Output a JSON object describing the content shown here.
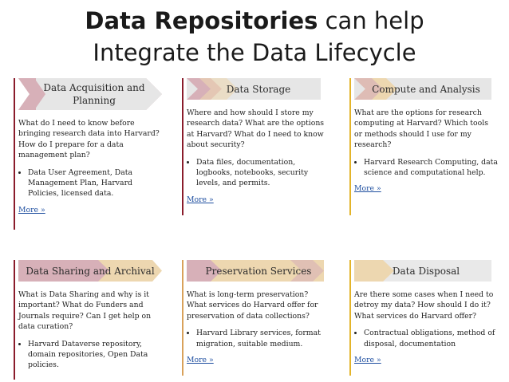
{
  "title": {
    "bold": "Data Repositories",
    "light": " can help",
    "line2": "Integrate the Data Lifecycle"
  },
  "colors": {
    "acquisition": "#8a1c2b",
    "storage": "#8a1c2b",
    "compute": "#e3b42a",
    "sharing": "#8a1c2b",
    "preservation": "#d9a15a",
    "disposal": "#e3b42a",
    "chevron_red": "#d7b0b8",
    "chevron_tan": "#edd7b0",
    "chevron_gray": "#e9e9e9",
    "link": "#1f4fa0"
  },
  "cards": [
    {
      "title": "Data Acquisition and Planning",
      "question": "What do I need to know before bringing research data into Harvard? How do I prepare for a data management plan?",
      "bullet": "Data User Agreement, Data Management Plan, Harvard Policies, licensed data.",
      "more": "More »"
    },
    {
      "title": "Data Storage",
      "question": "Where and how should I store my research data? What are the options at Harvard? What do I need to know about security?",
      "bullet": "Data files, documentation, logbooks, notebooks, security levels, and permits.",
      "more": "More »"
    },
    {
      "title": "Compute and Analysis",
      "question": "What are the options for research computing at Harvard? Which tools or methods should I use for my research?",
      "bullet": "Harvard Research Computing, data science and computational help.",
      "more": "More »"
    },
    {
      "title": "Data Sharing and Archival",
      "question": "What is Data Sharing and why is it important? What do Funders and Journals require? Can I get help on data curation?",
      "bullet": "Harvard Dataverse repository, domain repositories, Open Data policies.",
      "more": "More »"
    },
    {
      "title": "Preservation Services",
      "question": "What is long-term preservation? What services do Harvard offer for preservation of data collections?",
      "bullet": "Harvard Library services, format migration, suitable medium.",
      "more": "More »"
    },
    {
      "title": "Data Disposal",
      "question": "Are there some cases when I need to detroy my data? How should I do it? What services do Harvard offer?",
      "bullet": "Contractual obligations, method of disposal, documentation",
      "more": "More »"
    }
  ]
}
